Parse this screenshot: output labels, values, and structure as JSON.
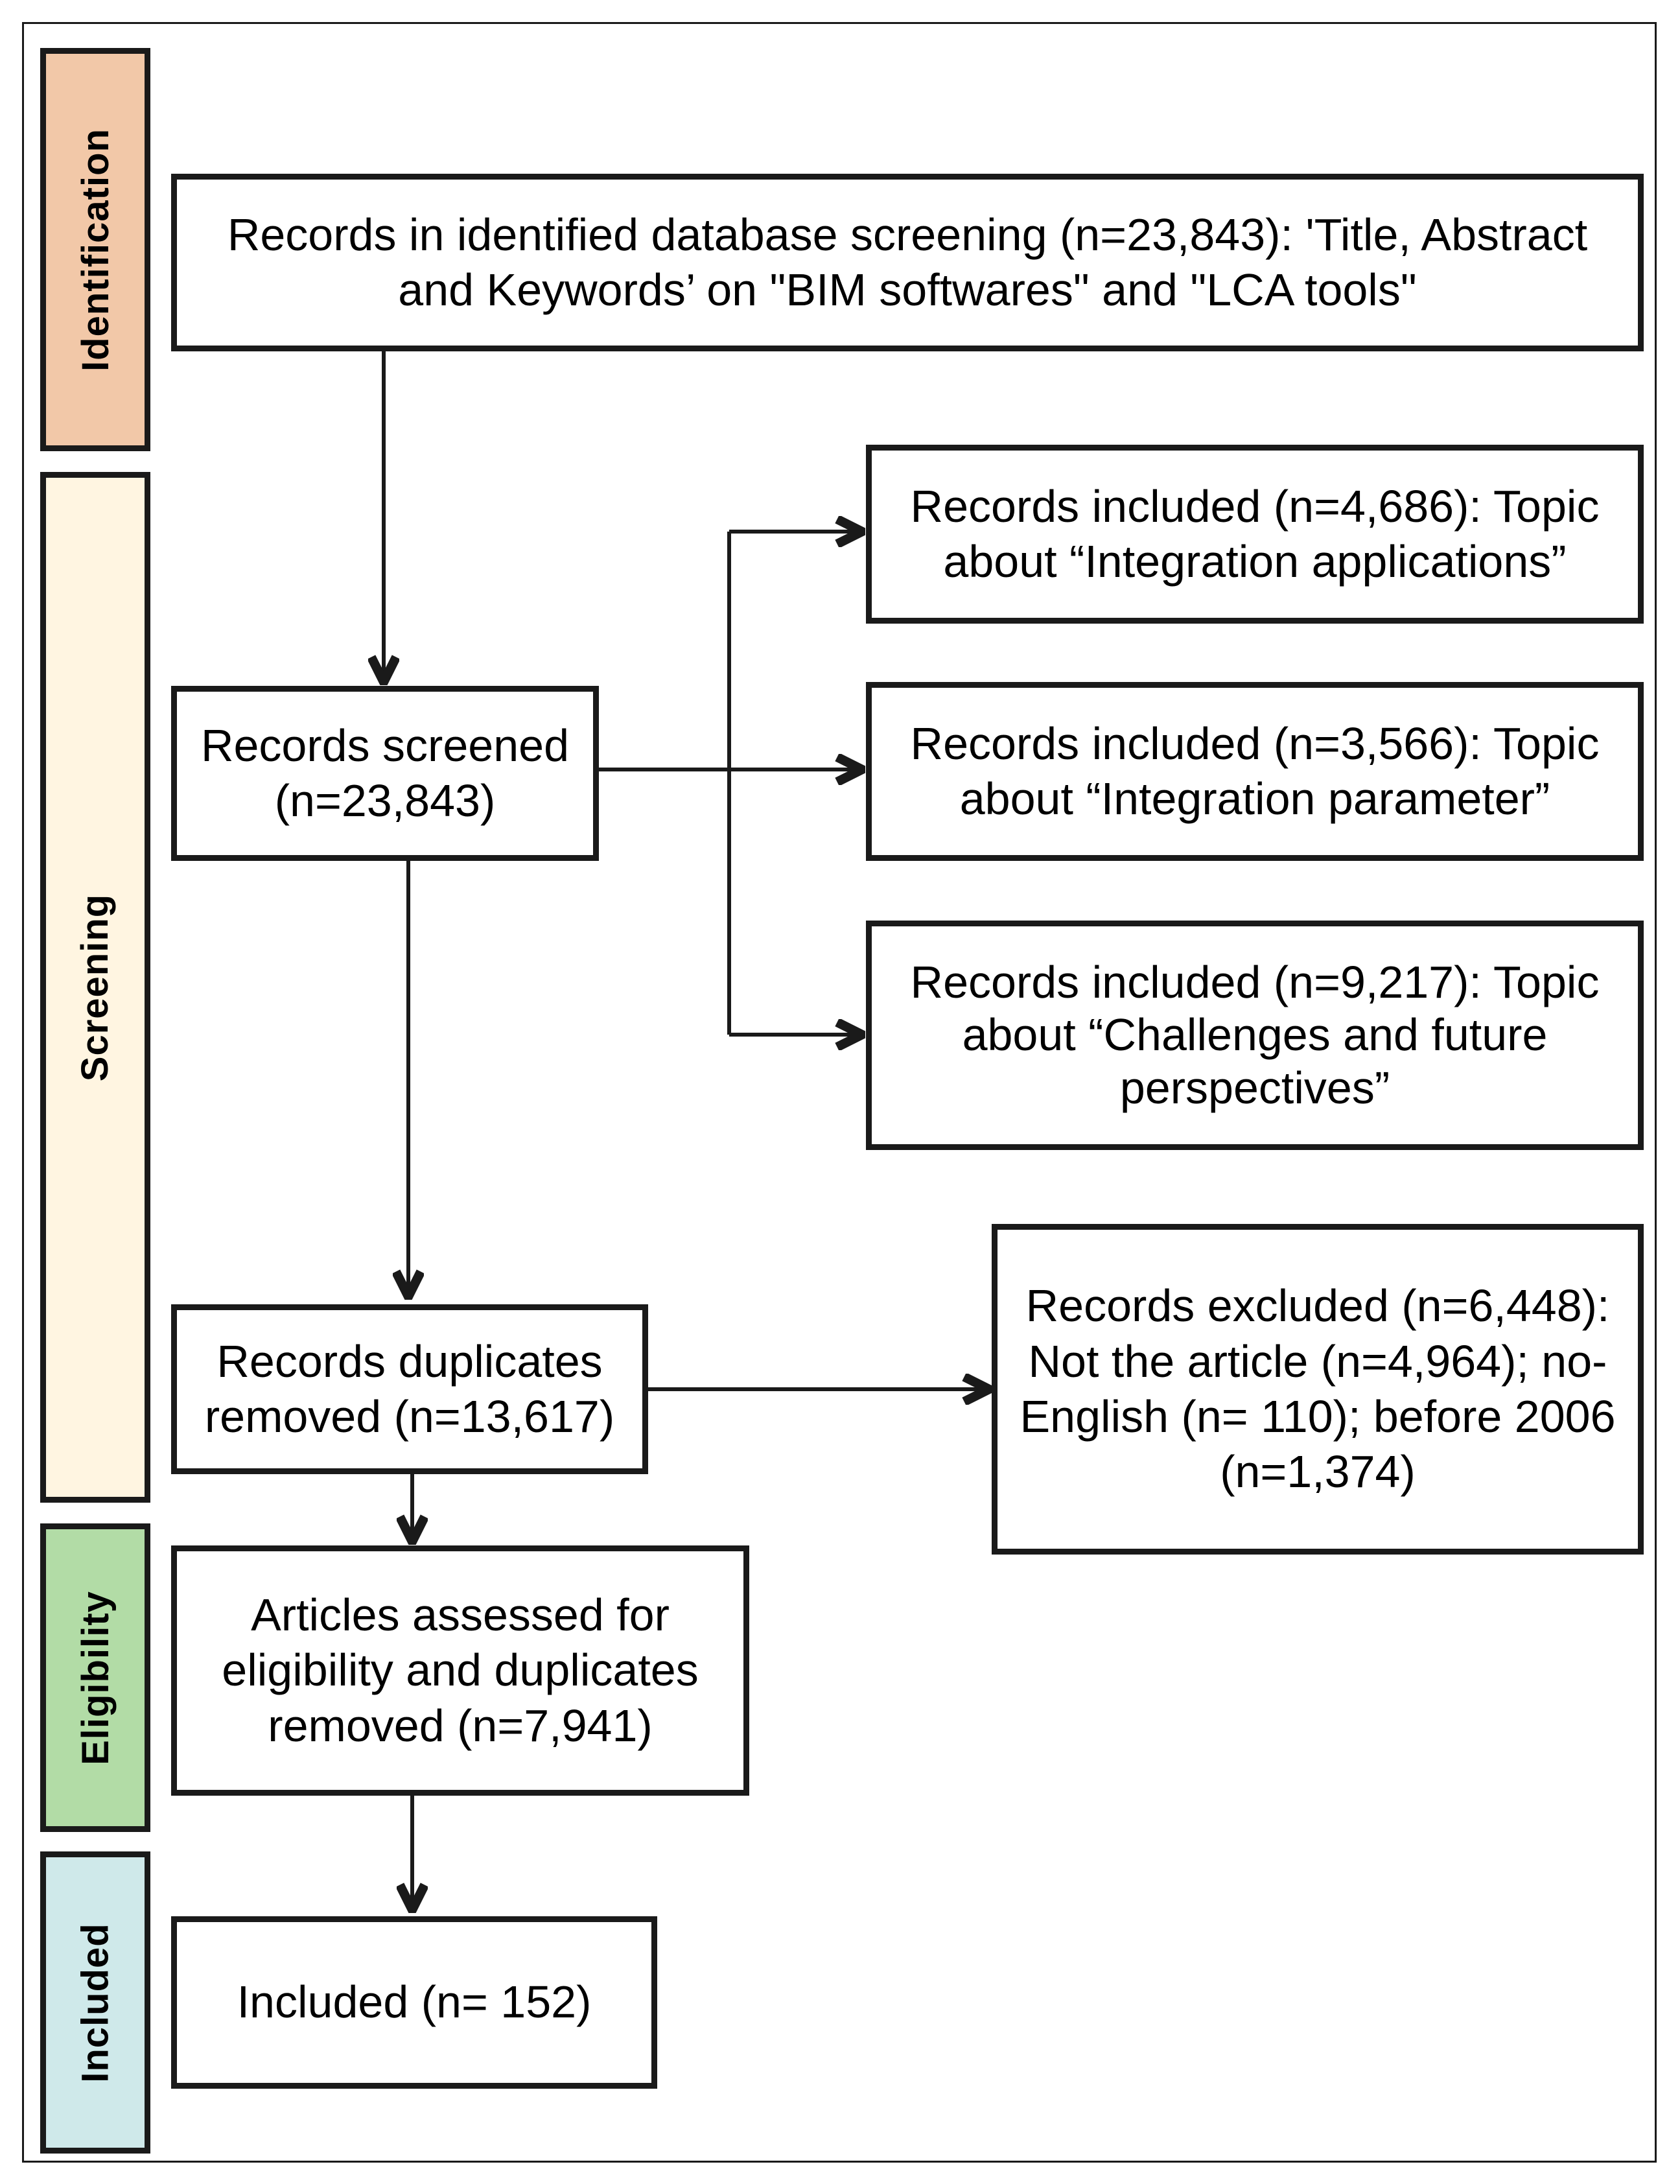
{
  "stages": {
    "identification": {
      "label": "Identification",
      "color": "#f2c8a8"
    },
    "screening": {
      "label": "Screening",
      "color": "#fff5e1"
    },
    "eligibility": {
      "label": "Eligibility",
      "color": "#b2dca6"
    },
    "included": {
      "label": "Included",
      "color": "#cfe9ea"
    }
  },
  "boxes": {
    "identified": "Records in identified database screening (n=23,843):  'Title, Abstract and Keywords’  on \"BIM softwares\" and \"LCA tools\"",
    "screened": "Records screened (n=23,843)",
    "included_applications": "Records included (n=4,686): Topic about “Integration applications”",
    "included_parameter": "Records included (n=3,566): Topic about “Integration parameter”",
    "included_challenges": "Records included (n=9,217): Topic about “Challenges and future perspectives”",
    "duplicates_removed": "Records duplicates removed (n=13,617)",
    "excluded": "Records excluded (n=6,448): Not the article (n=4,964); no-English (n= 110); before 2006 (n=1,374)",
    "assessed": "Articles assessed for eligibility and duplicates removed (n=7,941)",
    "included_final": "Included (n= 152)"
  }
}
